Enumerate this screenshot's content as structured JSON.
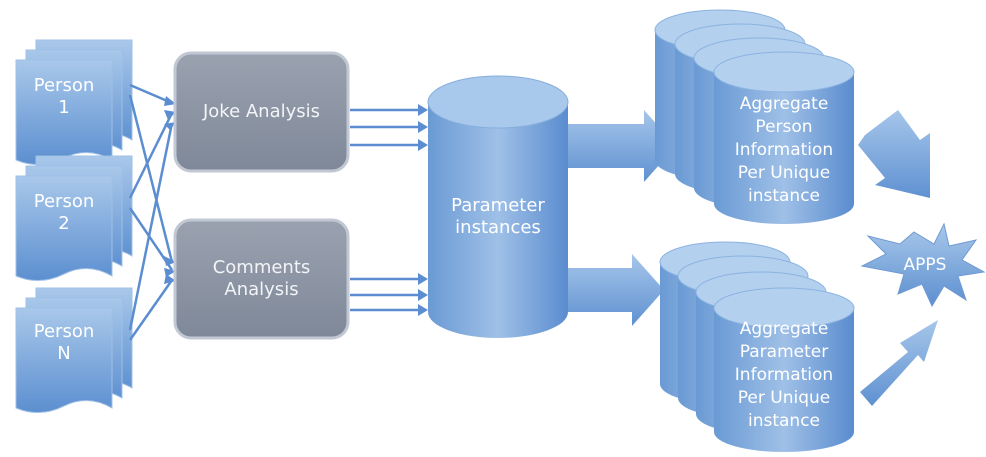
{
  "persons": [
    {
      "label": "Person\n1"
    },
    {
      "label": "Person\n2"
    },
    {
      "label": "Person\nN"
    }
  ],
  "processes": [
    {
      "label": "Joke Analysis"
    },
    {
      "label": "Comments\nAnalysis"
    }
  ],
  "store": {
    "label": "Parameter\ninstances"
  },
  "aggregates": [
    {
      "label": "Aggregate\nPerson\nInformation\nPer Unique\ninstance"
    },
    {
      "label": "Aggregate\nParameter\nInformation\nPer Unique\ninstance"
    }
  ],
  "apps": {
    "label": "APPS"
  },
  "colors": {
    "blue_light": "#a9c8ea",
    "blue_dark": "#5c8fd0",
    "process_fill": "#8a93a3",
    "process_edge": "#b8bfcc",
    "connector": "#5b8dd0"
  }
}
